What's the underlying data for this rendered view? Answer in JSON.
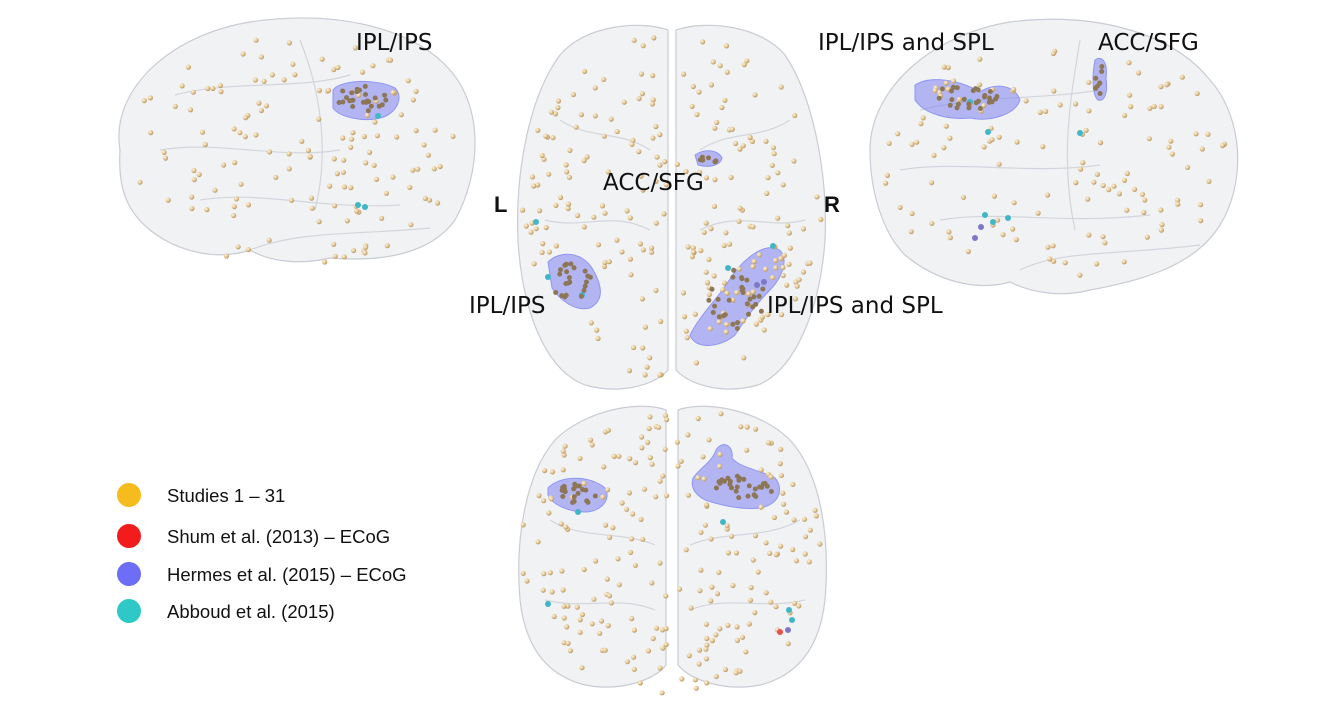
{
  "labels": {
    "left_view_ipl": "IPL/IPS",
    "top_ipl_ips_spl": "IPL/IPS and SPL",
    "top_acc_sfg": "ACC/SFG",
    "top_view_acc": "ACC/SFG",
    "top_view_ipl": "IPL/IPS",
    "top_view_ipl_spl": "IPL/IPS and SPL",
    "left_marker": "L",
    "right_marker": "R"
  },
  "legend": [
    {
      "label": "Studies 1 – 31",
      "color": "#f6bc1e"
    },
    {
      "label": "Shum et al. (2013) – ECoG",
      "color": "#f21c1c"
    },
    {
      "label": "Hermes et al. (2015) – ECoG",
      "color": "#6c6ef5"
    },
    {
      "label": "Abboud et al. (2015)",
      "color": "#2ec9c6"
    }
  ],
  "dot_colors": {
    "studies": "#dcbc8c",
    "shum": "#e8504a",
    "hermes": "#7e78c6",
    "abboud": "#40b7c6",
    "cluster": "#7d84f0"
  }
}
